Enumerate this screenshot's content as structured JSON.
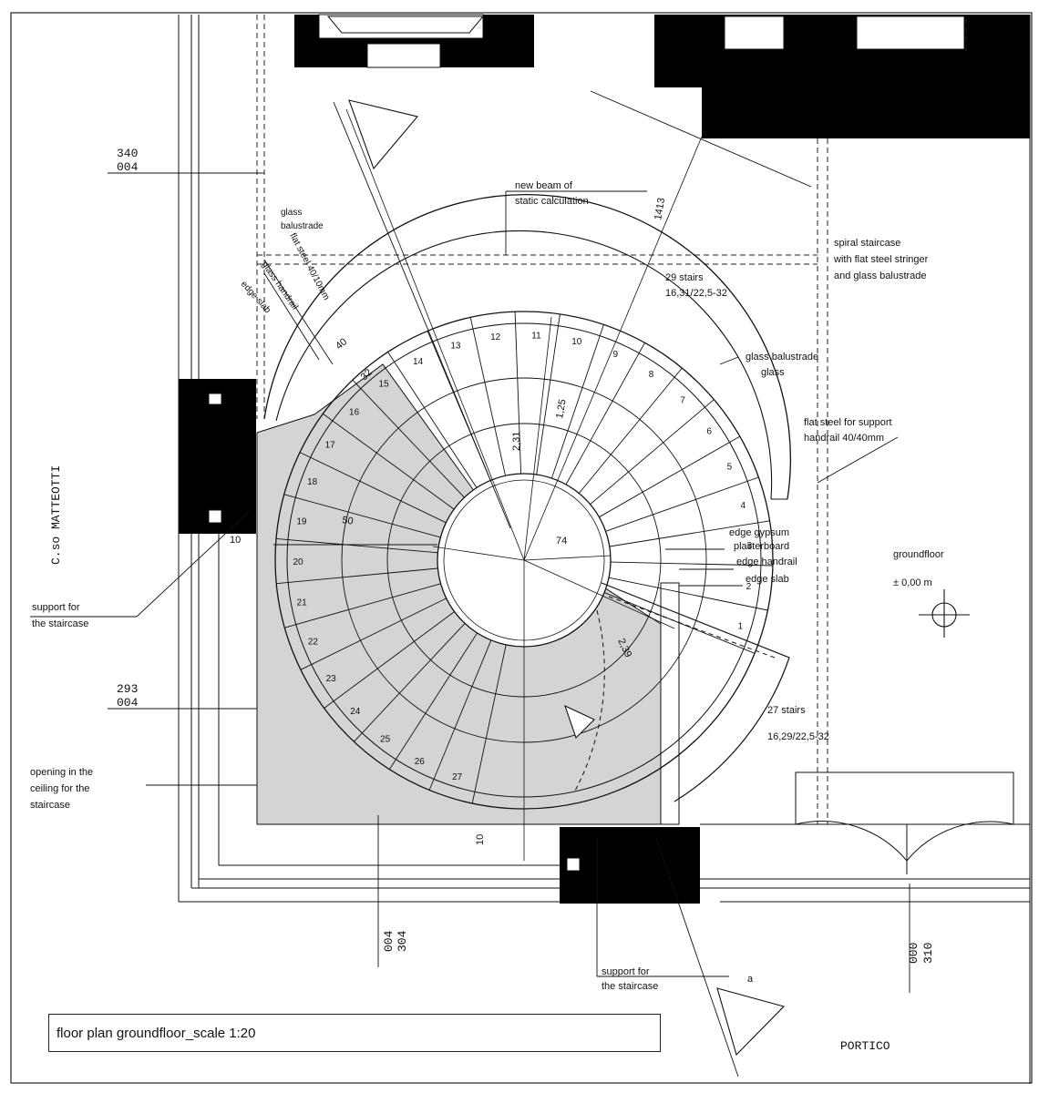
{
  "drawing": {
    "title": "floor plan groundfloor_scale 1:20",
    "street_label": "C.so MATTEOTTI",
    "portico_label": "PORTICO",
    "level_name": "groundfloor",
    "level_value": "± 0,00 m"
  },
  "levels": {
    "upper_left": {
      "top": "340",
      "bottom": "004"
    },
    "mid_left": {
      "top": "293",
      "bottom": "004"
    },
    "bottom_center": {
      "a": "004",
      "b": "304"
    },
    "bottom_right": {
      "a": "000",
      "b": "310"
    }
  },
  "notes": {
    "new_beam_1": "new beam of",
    "new_beam_2": "static calculation",
    "dim_1413": "1413",
    "stairs_a_1": "29 stairs",
    "stairs_a_2": "16,31/22,5-32",
    "stairs_b_1": "27 stairs",
    "stairs_b_2": "16,29/22,5-32",
    "spiral_1": "spiral staircase",
    "spiral_2": "with flat steel stringer",
    "spiral_3": "and glass balustrade",
    "glass_bal_1": "glass",
    "glass_bal_2": "balustrade",
    "flat_steel": "flat steel 40/10mm",
    "glass_handrail": "glass handrail",
    "edge_slab": "edge slab",
    "right_glass_bal": "glass balustrade",
    "right_glass": "glass",
    "flat_steel_support_1": "flat steel for support",
    "flat_steel_support_2": "handrail 40/40mm",
    "edge_gypsum_1": "edge gypsum",
    "edge_gypsum_2": "plasterboard",
    "edge_handrail": "edge handrail",
    "edge_slab_2": "edge slab",
    "support_left_1": "support for",
    "support_left_2": "the staircase",
    "opening_1": "opening in the",
    "opening_2": "ceiling for the",
    "opening_3": "staircase",
    "support_bottom_1": "support for",
    "support_bottom_2": "the staircase",
    "letter_a": "a",
    "dim_74": "74",
    "dim_10a": "10",
    "dim_10b": "10",
    "dim_50": "50",
    "dim_239": "2,39",
    "dim_231": "2,31",
    "dim_125": "1,25",
    "dim_32": "32",
    "dim_40": "40"
  },
  "steps": {
    "flight_a": [
      "1",
      "2",
      "3",
      "4",
      "5",
      "6",
      "7",
      "8",
      "9",
      "10",
      "11",
      "12",
      "13",
      "14",
      "15",
      "16",
      "17",
      "18",
      "19",
      "20",
      "21",
      "22",
      "23",
      "24",
      "25",
      "26",
      "27"
    ]
  },
  "colors": {
    "ink": "#111111",
    "fill_grey": "#d4d4d4",
    "wall_black": "#000000"
  }
}
